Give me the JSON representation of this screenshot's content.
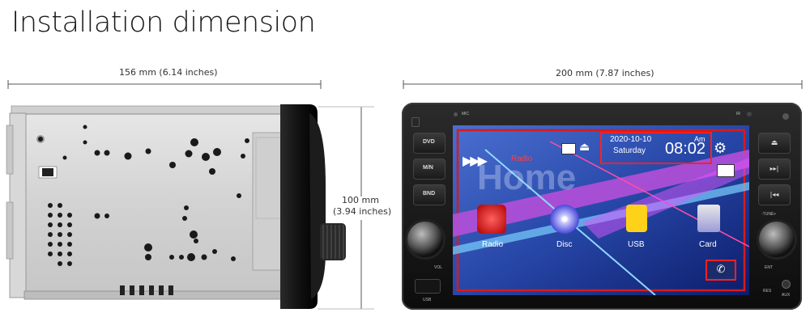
{
  "title": "Installation dimension",
  "dimensions": {
    "depth": "156 mm (6.14 inches)",
    "height_mm": "100 mm",
    "height_in": "(3.94 inches)",
    "width": "200 mm (7.87 inches)"
  },
  "device": {
    "mic_label": "MIC",
    "ir_label": "IR",
    "left_buttons": [
      "DVD",
      "M/N",
      "BND"
    ],
    "right_label_tune": "-TUNE+",
    "right_label_ent": "ENT",
    "usb_label": "USB",
    "vol_label": "VOL",
    "res_label": "RES",
    "aux_label": "AUX",
    "screen": {
      "date": "2020-10-10",
      "day": "Saturday",
      "time": "08:02",
      "ampm": "Am",
      "radio_label": "Radio",
      "home_label": "Home",
      "apps": [
        {
          "label": "Radio",
          "icon": "radio-icon"
        },
        {
          "label": "Disc",
          "icon": "disc-icon"
        },
        {
          "label": "USB",
          "icon": "usb-icon"
        },
        {
          "label": "Card",
          "icon": "sd-card-icon"
        }
      ]
    }
  }
}
